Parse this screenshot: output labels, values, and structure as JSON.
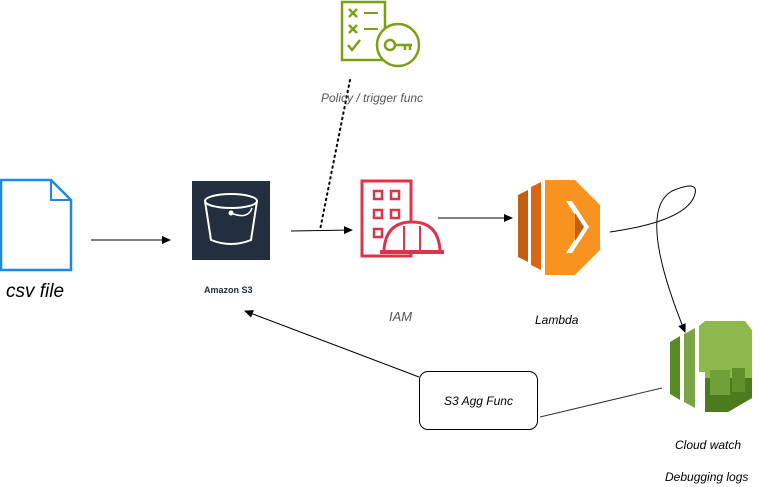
{
  "labels": {
    "policy": "Policy / trigger func",
    "csv": "csv file",
    "s3": "Amazon S3",
    "iam": "IAM",
    "lambda": "Lambda",
    "cloudwatch": "Cloud watch",
    "debugging": "Debugging logs",
    "agg_func": "S3 Agg Func"
  },
  "colors": {
    "file": "#1e88e5",
    "s3_bg": "#232f3e",
    "iam": "#dd344c",
    "lambda_light": "#f7931e",
    "lambda_dark": "#c35f10",
    "policy": "#7aa116",
    "cloudwatch_light": "#8cb94a",
    "cloudwatch_dark": "#4c7a1d"
  },
  "icons": [
    "document-icon",
    "s3-bucket-icon",
    "iam-icon",
    "lambda-icon",
    "policy-key-icon",
    "cloudwatch-icon"
  ]
}
